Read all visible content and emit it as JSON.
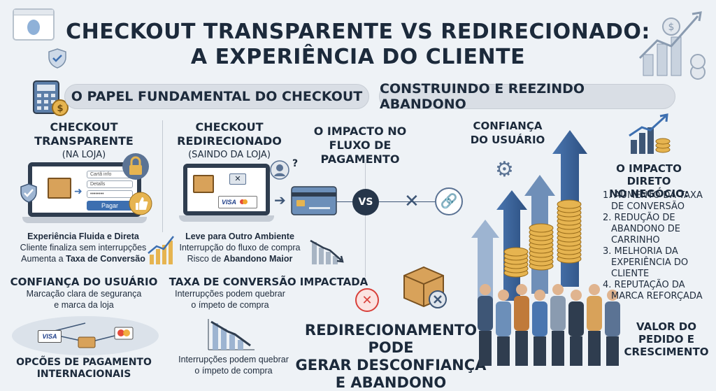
{
  "header": {
    "title_line1": "CHECKOUT TRANSPARENTE VS REDIRECIONADO:",
    "title_line2": "A EXPERIÊNCIA DO CLIENTE"
  },
  "sections": {
    "left_title": "O PAPEL FUNDAMENTAL DO CHECKOUT",
    "right_title": "CONSTRUINDO E REEZINDO ABANDONO"
  },
  "transparente": {
    "title_line1": "CHECKOUT",
    "title_line2": "TRANSPARENTE",
    "subtitle": "(NA LOJA)",
    "form_field1": "Cartã info",
    "form_field2": "Detalls",
    "form_field3": "••••••••",
    "form_button": "Pagar",
    "caption_bold": "Experiência Fluida e Direta",
    "caption_line2": "Cliente finaliza sem interrupções",
    "caption_line3_prefix": "Aumenta a",
    "caption_line3_bold": "Taxa de Conversão"
  },
  "confianca_left": {
    "title": "CONFIANÇA DO USUÁRIO",
    "line1": "Marcação clara de segurança",
    "line2": "e marca da loja"
  },
  "pagamentos": {
    "card1": "VISA",
    "title_line1": "OPCÕES DE PAGAMENTO",
    "title_line2": "INTERNACIONAIS"
  },
  "redirecionado": {
    "title_line1": "CHECKOUT",
    "title_line2": "REDIRECIONADO",
    "subtitle": "(SAINDO DA LOJA)",
    "visa": "VISA",
    "caption_bold": "Leve para Outro Ambiente",
    "caption_line2": "Interrupção do fluxo de compra",
    "caption_line3_prefix": "Risco de",
    "caption_line3_bold": "Abandono Maior"
  },
  "taxa": {
    "title": "TAXA DE CONVERSÃO IMPACTADA",
    "line1": "Interrupções podem quebrar",
    "line2": "o ímpeto de compra",
    "bottom_line1": "Interrupções podem quebrar",
    "bottom_line2": "o ímpeto de compra"
  },
  "impacto_fluxo": {
    "title_line1": "O IMPACTO NO",
    "title_line2": "FLUXO DE PAGAMENTO",
    "vs": "VS"
  },
  "redirecionamento": {
    "line1": "REDIRECIONAMENTO PODE",
    "line2": "GERAR DESCONFIANÇA",
    "line3": "E ABANDONO"
  },
  "confianca_right": {
    "line1": "CONFIANÇA",
    "line2": "DO USUÁRIO"
  },
  "impacto_direto": {
    "title_line1": "O IMPACTO DIRETO",
    "title_line2": "NO NEGÓCIO:",
    "items": [
      "1. AUMENTO DA TAXA",
      "DE CONVERSÃO",
      "2. REDUÇÃO DE",
      "ABANDONO DE",
      "CARRINHO",
      "3. MELHORIA DA",
      "EXPERIÊNCIA DO",
      "CLIENTE",
      "4. REPUTAÇÃO DA",
      "MARCA REFORÇADA"
    ]
  },
  "valor": {
    "line1": "VALOR DO",
    "line2": "PEDIDO E",
    "line3": "CRESCIMENTO"
  },
  "colors": {
    "navy": "#1c2a3b",
    "blue": "#3d6fb0",
    "gold": "#d9a441",
    "red": "#d8403a"
  }
}
